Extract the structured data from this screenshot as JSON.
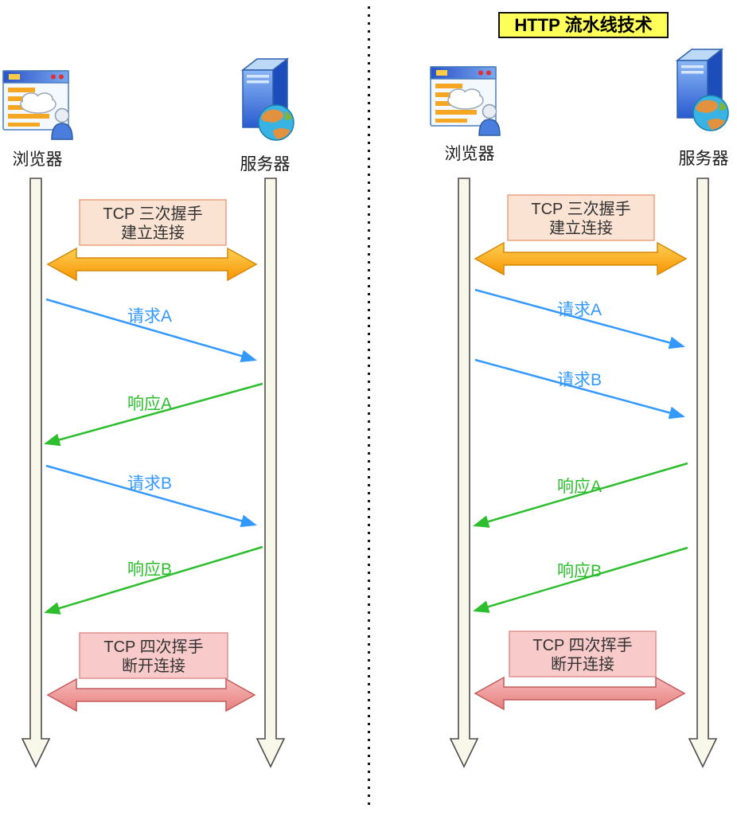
{
  "title": "HTTP 流水线技术",
  "panels": {
    "left": {
      "browser_label": "浏览器",
      "server_label": "服务器",
      "handshake_box": {
        "line1": "TCP 三次握手",
        "line2": "建立连接"
      },
      "teardown_box": {
        "line1": "TCP 四次挥手",
        "line2": "断开连接"
      },
      "messages": [
        {
          "label": "请求A",
          "type": "request",
          "from": "浏览器",
          "to": "服务器"
        },
        {
          "label": "响应A",
          "type": "response",
          "from": "服务器",
          "to": "浏览器"
        },
        {
          "label": "请求B",
          "type": "request",
          "from": "浏览器",
          "to": "服务器"
        },
        {
          "label": "响应B",
          "type": "response",
          "from": "服务器",
          "to": "浏览器"
        }
      ]
    },
    "right": {
      "browser_label": "浏览器",
      "server_label": "服务器",
      "handshake_box": {
        "line1": "TCP 三次握手",
        "line2": "建立连接"
      },
      "teardown_box": {
        "line1": "TCP 四次挥手",
        "line2": "断开连接"
      },
      "messages": [
        {
          "label": "请求A",
          "type": "request",
          "from": "浏览器",
          "to": "服务器"
        },
        {
          "label": "请求B",
          "type": "request",
          "from": "浏览器",
          "to": "服务器"
        },
        {
          "label": "响应A",
          "type": "response",
          "from": "服务器",
          "to": "浏览器"
        },
        {
          "label": "响应B",
          "type": "response",
          "from": "服务器",
          "to": "浏览器"
        }
      ]
    }
  },
  "colors": {
    "request_arrow": "#3399ff",
    "response_arrow": "#2dbe2d",
    "handshake_box_fill": "#fbe3d3",
    "handshake_box_border": "#eda27e",
    "handshake_arrow": "#ffaa22",
    "teardown_box_fill": "#f9caca",
    "teardown_box_border": "#df8f8f",
    "teardown_arrow": "#ee9999",
    "title_background": "#ffff5a",
    "timeline_fill": "#f8f8ea"
  }
}
